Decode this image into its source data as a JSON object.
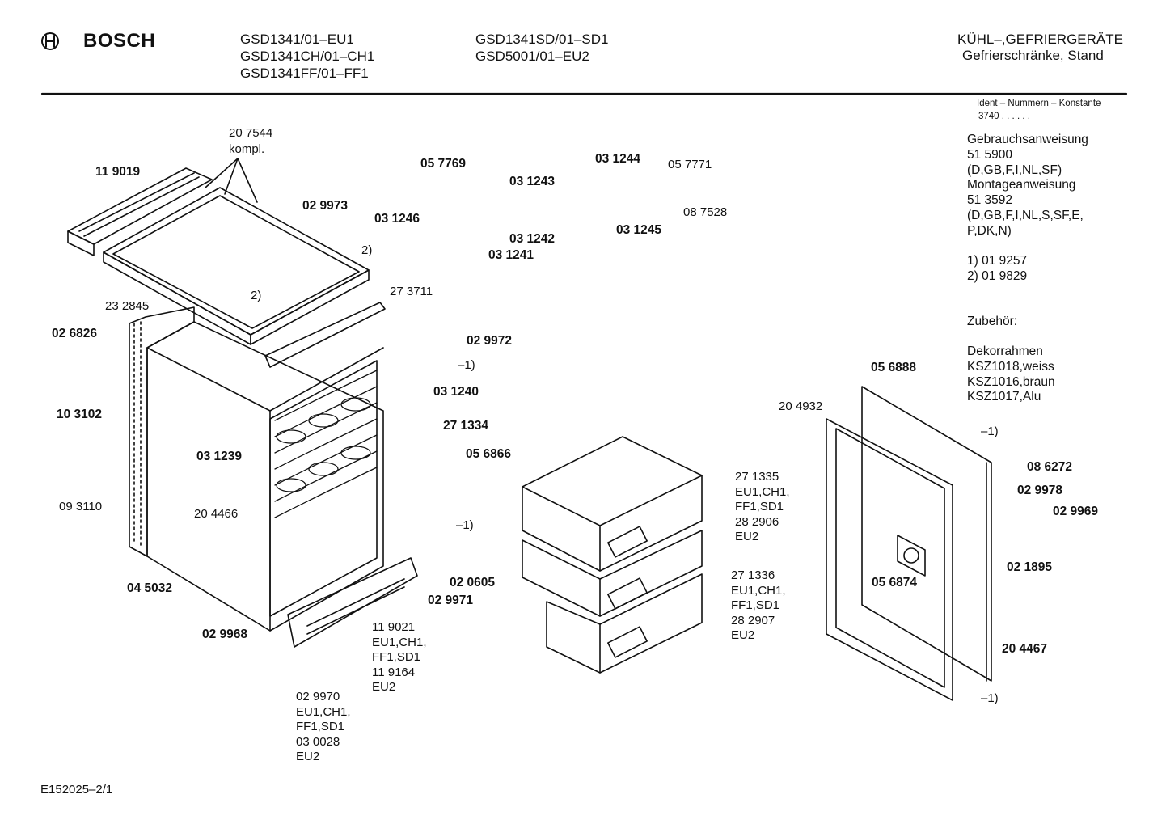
{
  "header": {
    "brand": "BOSCH",
    "models_col1": [
      "GSD1341/01–EU1",
      "GSD1341CH/01–CH1",
      "GSD1341FF/01–FF1"
    ],
    "models_col2": [
      "GSD1341SD/01–SD1",
      "GSD5001/01–EU2"
    ],
    "category": "KÜHL–,GEFRIERGERÄTE",
    "subcategory": "Gefrierschränke, Stand"
  },
  "info_panel": {
    "ident_title": "Ident – Nummern – Konstante",
    "ident_value": "3740  .  .  .  .  .  .",
    "lines": [
      "Gebrauchsanweisung",
      "51 5900",
      "(D,GB,F,I,NL,SF)",
      "Montageanweisung",
      "51 3592",
      "(D,GB,F,I,NL,S,SF,E,",
      "P,DK,N)"
    ],
    "note1": "1)  01 9257",
    "note2": "2)  01 9829",
    "accessories_title": "Zubehör:",
    "accessories": [
      "Dekorrahmen",
      "KSZ1018,weiss",
      "KSZ1016,braun",
      "KSZ1017,Alu"
    ]
  },
  "parts": {
    "p207544": "20 7544",
    "kompl": "kompl.",
    "p119019": "11 9019",
    "p029973": "02 9973",
    "ref2a": "2)",
    "ref2b": "2)",
    "p057769": "05 7769",
    "p031243": "03 1243",
    "p031246": "03 1246",
    "p031242": "03 1242",
    "p031241": "03 1241",
    "p031244": "03 1244",
    "p057771": "05 7771",
    "p087528": "08 7528",
    "p031245": "03 1245",
    "p232845": "23 2845",
    "p273711": "27 3711",
    "p026826": "02 6826",
    "p029972": "02 9972",
    "ref1a": "–1)",
    "p031240": "03 1240",
    "p103102": "10 3102",
    "p271334": "27 1334",
    "p031239": "03 1239",
    "p056866": "05 6866",
    "p204466": "20 4466",
    "p093110": "09 3110",
    "ref1b": "–1)",
    "p045032": "04 5032",
    "p020605": "02 0605",
    "p029971": "02 9971",
    "p029968": "02 9968",
    "block_119021": "11 9021\nEU1,CH1,\nFF1,SD1\n11 9164\nEU2",
    "block_029970": "02 9970\nEU1,CH1,\nFF1,SD1\n03 0028\nEU2",
    "block_271335": "27 1335\nEU1,CH1,\nFF1,SD1\n28 2906\nEU2",
    "block_271336": "27 1336\nEU1,CH1,\nFF1,SD1\n28 2907\nEU2",
    "p056888": "05 6888",
    "p204932": "20 4932",
    "ref1c": "–1)",
    "p086272": "08 6272",
    "p029978": "02 9978",
    "p029969": "02 9969",
    "p056874": "05 6874",
    "p021895": "02 1895",
    "p204467": "20 4467",
    "ref1d": "–1)"
  },
  "footer": {
    "doc_id": "E152025–2/1"
  }
}
